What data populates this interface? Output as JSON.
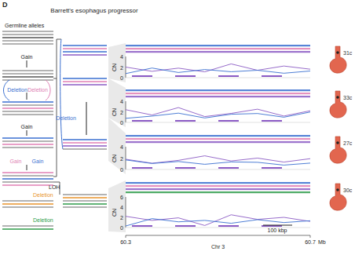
{
  "diagram": {
    "title": "Barrett's esophagus progressor",
    "labels": [
      "D",
      "Germline alleles",
      "Gain",
      "Deletion",
      "Deletion",
      "Gain",
      "Gain",
      "Gain",
      "Deletion",
      "LOH",
      "Deletion",
      "Deletion",
      "CN",
      "4",
      "2",
      "0",
      "CN",
      "4",
      "2",
      "0",
      "CN",
      "4",
      "2",
      "0",
      "CN",
      "6",
      "4",
      "2",
      "0",
      "31c",
      "33c",
      "27c",
      "30c",
      "60.3",
      "Chr 3",
      "60.7",
      "Mb",
      "100 kbp"
    ]
  }
}
